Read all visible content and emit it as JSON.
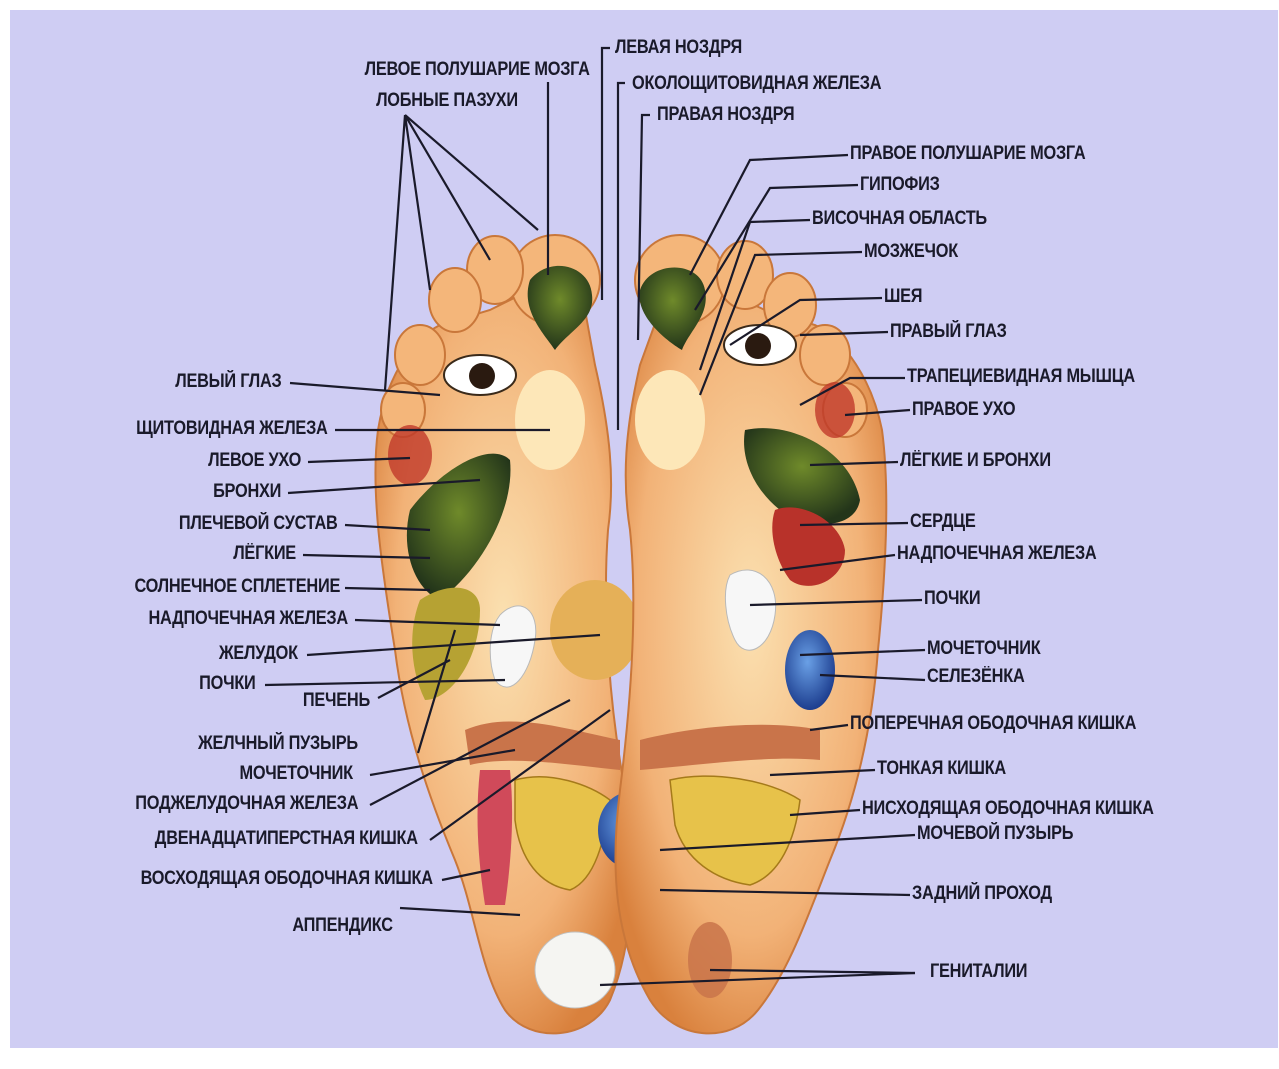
{
  "colors": {
    "background": "#cfcdf3",
    "skin": "#f3c08a",
    "leader_line": "#1a1a2a",
    "label_text": "#1a1a2a"
  },
  "labels": {
    "top": {
      "left_brain_hemisphere": "ЛЕВОЕ ПОЛУШАРИЕ МОЗГА",
      "frontal_sinuses": "ЛОБНЫЕ ПАЗУХИ",
      "left_nostril": "ЛЕВАЯ НОЗДРЯ",
      "parathyroid_gland": "ОКОЛОЩИТОВИДНАЯ ЖЕЛЕЗА",
      "right_nostril": "ПРАВАЯ НОЗДРЯ"
    },
    "right": {
      "right_brain_hemisphere": "ПРАВОЕ ПОЛУШАРИЕ МОЗГА",
      "pituitary": "ГИПОФИЗ",
      "temporal_area": "ВИСОЧНАЯ ОБЛАСТЬ",
      "cerebellum": "МОЗЖЕЧОК",
      "neck": "ШЕЯ",
      "right_eye": "ПРАВЫЙ ГЛАЗ",
      "trapezius": "ТРАПЕЦИЕВИДНАЯ МЫШЦА",
      "right_ear": "ПРАВОЕ УХО",
      "lungs_bronchi": "ЛЁГКИЕ И БРОНХИ",
      "heart": "СЕРДЦЕ",
      "adrenal_right": "НАДПОЧЕЧНАЯ ЖЕЛЕЗА",
      "kidneys_right": "ПОЧКИ",
      "ureter_right": "МОЧЕТОЧНИК",
      "spleen": "СЕЛЕЗЁНКА",
      "transverse_colon": "ПОПЕРЕЧНАЯ ОБОДОЧНАЯ КИШКА",
      "small_intestine": "ТОНКАЯ КИШКА",
      "descending_colon": "НИСХОДЯЩАЯ ОБОДОЧНАЯ КИШКА",
      "bladder": "МОЧЕВОЙ ПУЗЫРЬ",
      "anus": "ЗАДНИЙ ПРОХОД",
      "genitals": "ГЕНИТАЛИИ"
    },
    "left": {
      "left_eye": "ЛЕВЫЙ ГЛАЗ",
      "thyroid": "ЩИТОВИДНАЯ ЖЕЛЕЗА",
      "left_ear": "ЛЕВОЕ УХО",
      "bronchi": "БРОНХИ",
      "shoulder_joint": "ПЛЕЧЕВОЙ СУСТАВ",
      "lungs": "ЛЁГКИЕ",
      "solar_plexus": "СОЛНЕЧНОЕ СПЛЕТЕНИЕ",
      "adrenal_left": "НАДПОЧЕЧНАЯ ЖЕЛЕЗА",
      "stomach": "ЖЕЛУДОК",
      "kidneys_left": "ПОЧКИ",
      "liver": "ПЕЧЕНЬ",
      "gallbladder": "ЖЕЛЧНЫЙ ПУЗЫРЬ",
      "ureter_left": "МОЧЕТОЧНИК",
      "pancreas": "ПОДЖЕЛУДОЧНАЯ ЖЕЛЕЗА",
      "duodenum": "ДВЕНАДЦАТИПЕРСТНАЯ КИШКА",
      "ascending_colon": "ВОСХОДЯЩАЯ ОБОДОЧНАЯ КИШКА",
      "appendix": "АППЕНДИКС"
    }
  }
}
